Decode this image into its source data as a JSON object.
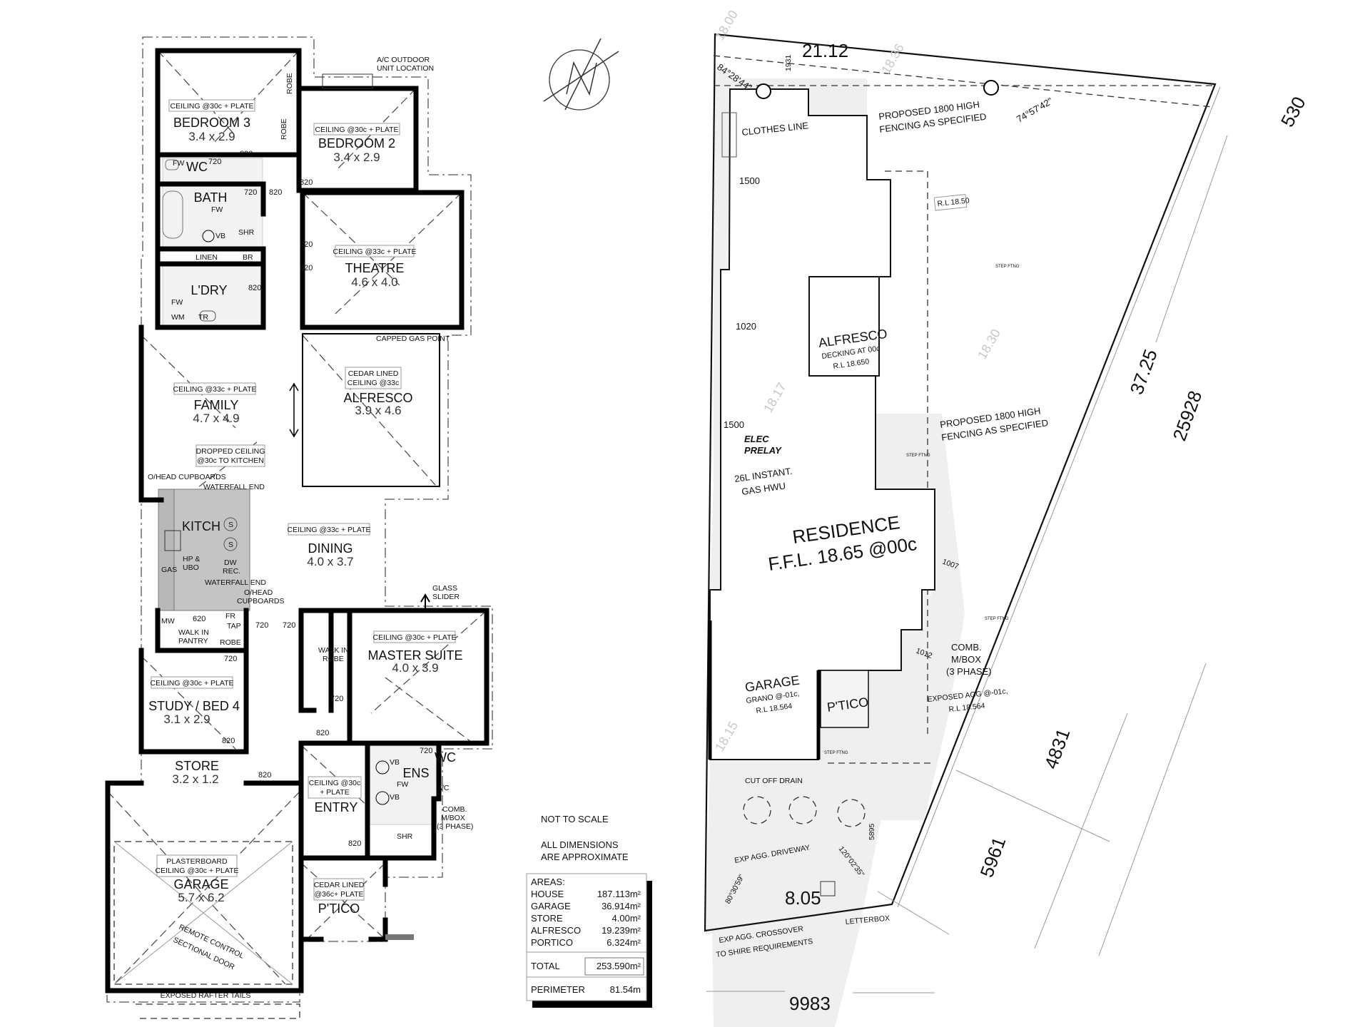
{
  "floor_plan": {
    "rooms": {
      "bedroom3": {
        "name": "BEDROOM 3",
        "size": "3.4 x 2.9",
        "ceiling": "CEILING @30c + PLATE"
      },
      "bedroom2": {
        "name": "BEDROOM 2",
        "size": "3.4 x 2.9",
        "ceiling": "CEILING @30c + PLATE"
      },
      "theatre": {
        "name": "THEATRE",
        "size": "4.6 x 4.0",
        "ceiling": "CEILING @33c + PLATE"
      },
      "family": {
        "name": "FAMILY",
        "size": "4.7 x 4.9",
        "ceiling": "CEILING @33c + PLATE"
      },
      "alfresco": {
        "name": "ALFRESCO",
        "size": "3.9 x 4.6",
        "ceiling_line1": "CEDAR LINED",
        "ceiling_line2": "CEILING @33c"
      },
      "kitchen": {
        "name": "KITCH"
      },
      "dining": {
        "name": "DINING",
        "size": "4.0 x 3.7",
        "ceiling": "CEILING @33c + PLATE"
      },
      "master": {
        "name": "MASTER SUITE",
        "size": "4.0 x 3.9",
        "ceiling": "CEILING @30c + PLATE"
      },
      "study": {
        "name": "STUDY / BED 4",
        "size": "3.1 x 2.9",
        "ceiling": "CEILING @30c + PLATE"
      },
      "store": {
        "name": "STORE",
        "size": "3.2 x 1.2"
      },
      "garage": {
        "name": "GARAGE",
        "size": "5.7 x 6.2",
        "ceiling_line1": "PLASTERBOARD",
        "ceiling_line2": "CEILING @30c + PLATE"
      },
      "entry": {
        "name": "ENTRY",
        "ceiling_line1": "CEILING @30c",
        "ceiling_line2": "+ PLATE"
      },
      "portico": {
        "name": "P'TICO",
        "ceiling_line1": "CEDAR LINED",
        "ceiling_line2": "@36c+ PLATE"
      },
      "wc": {
        "name": "WC"
      },
      "bath": {
        "name": "BATH"
      },
      "laundry": {
        "name": "L'DRY"
      },
      "ensuite": {
        "name": "ENS"
      },
      "ens_wc": {
        "name": "WC"
      }
    },
    "fixtures": {
      "robe": "ROBE",
      "fw": "FW",
      "shr": "SHR",
      "vb": "VB",
      "linen": "LINEN",
      "br": "BR",
      "wm": "WM",
      "tr": "TR",
      "gas": "GAS",
      "hp_ubo_1": "HP &",
      "hp_ubo_2": "UBO",
      "sink": "S",
      "dw_1": "DW",
      "dw_2": "REC.",
      "waterfall_end": "WATERFALL END",
      "ohead_cupboards": "O/HEAD CUPBOARDS",
      "ohead_1": "O/HEAD",
      "ohead_2": "CUPBOARDS",
      "mw": "MW",
      "pantry_1": "WALK IN",
      "pantry_2": "PANTRY",
      "fr": "FR",
      "tap": "TAP",
      "walkin_robe_1": "WALK IN",
      "walkin_robe_2": "ROBE",
      "wc": "WC",
      "glass_slider_1": "GLASS",
      "glass_slider_2": "SLIDER",
      "capped_gas": "CAPPED GAS POINT",
      "ac_1": "A/C OUTDOOR",
      "ac_2": "UNIT LOCATION",
      "dropped_1": "DROPPED CEILING",
      "dropped_2": "@30c TO KITCHEN",
      "mbox_1": "COMB.",
      "mbox_2": "M/BOX",
      "mbox_3": "(3 PHASE)",
      "door_1": "REMOTE CONTROL",
      "door_2": "SECTIONAL DOOR",
      "rafters": "EXPOSED RAFTER TAILS"
    },
    "door_widths": [
      "820",
      "720",
      "720",
      "820",
      "820",
      "820",
      "820",
      "820",
      "620",
      "720",
      "720",
      "720",
      "820",
      "720",
      "820",
      "820",
      "720",
      "820"
    ]
  },
  "notes": {
    "not_to_scale": "NOT TO SCALE",
    "approx_1": "ALL DIMENSIONS",
    "approx_2": "ARE APPROXIMATE"
  },
  "areas": {
    "heading": "AREAS:",
    "rows": [
      {
        "label": "HOUSE",
        "value": "187.113m²"
      },
      {
        "label": "GARAGE",
        "value": "36.914m²"
      },
      {
        "label": "STORE",
        "value": "4.00m²"
      },
      {
        "label": "ALFRESCO",
        "value": "19.239m²"
      },
      {
        "label": "PORTICO",
        "value": "6.324m²"
      }
    ],
    "total_label": "TOTAL",
    "total_value": "253.590m²",
    "perimeter_label": "PERIMETER",
    "perimeter_value": "81.54m"
  },
  "site_plan": {
    "boundary_top": "21.12",
    "boundary_right": "37.25",
    "boundary_bottom": "8.05",
    "angle_tl": "84°28'44\"",
    "angle_tr": "74°57'42\"",
    "angle_bl": "80°30'59\"",
    "angle_br": "120°02'35\"",
    "dims": {
      "d1931": "1931",
      "d1500a": "1500",
      "d1020": "1020",
      "d1500b": "1500",
      "d530": "530",
      "d25928": "25928",
      "d1007": "1007",
      "d1012": "1012",
      "d4831": "4831",
      "d5895": "5895",
      "d5961": "5961",
      "d9983": "9983"
    },
    "clothes_line": "CLOTHES LINE",
    "fence_1": "PROPOSED 1800 HIGH",
    "fence_2": "FENCING AS SPECIFIED",
    "rl_yard": "R.L 18.50",
    "alfresco": {
      "name": "ALFRESCO",
      "line1": "DECKING AT 00c",
      "line2": "R.L 18.650"
    },
    "elec_1": "ELEC",
    "elec_2": "PRELAY",
    "hwu_1": "26L INSTANT.",
    "hwu_2": "GAS HWU",
    "residence_1": "RESIDENCE",
    "residence_2": "F.F.L. 18.65 @00c",
    "mbox_1": "COMB.",
    "mbox_2": "M/BOX",
    "mbox_3": "(3 PHASE)",
    "garage": {
      "name": "GARAGE",
      "line1": "GRANO @-01c,",
      "line2": "R.L 18.564"
    },
    "portico": "P'TICO",
    "exposed_1": "EXPOSED AGG @-01c,",
    "exposed_2": "R.L 18.564",
    "cut_off_drain": "CUT OFF DRAIN",
    "driveway": "EXP AGG. DRIVEWAY",
    "letterbox": "LETTERBOX",
    "crossover_1": "EXP AGG. CROSSOVER",
    "crossover_2": "TO SHIRE REQUIREMENTS",
    "step_ftng": "STEP FTNG",
    "contours": [
      "18.36",
      "18.17",
      "18.15",
      "18.30",
      "18.00"
    ]
  }
}
